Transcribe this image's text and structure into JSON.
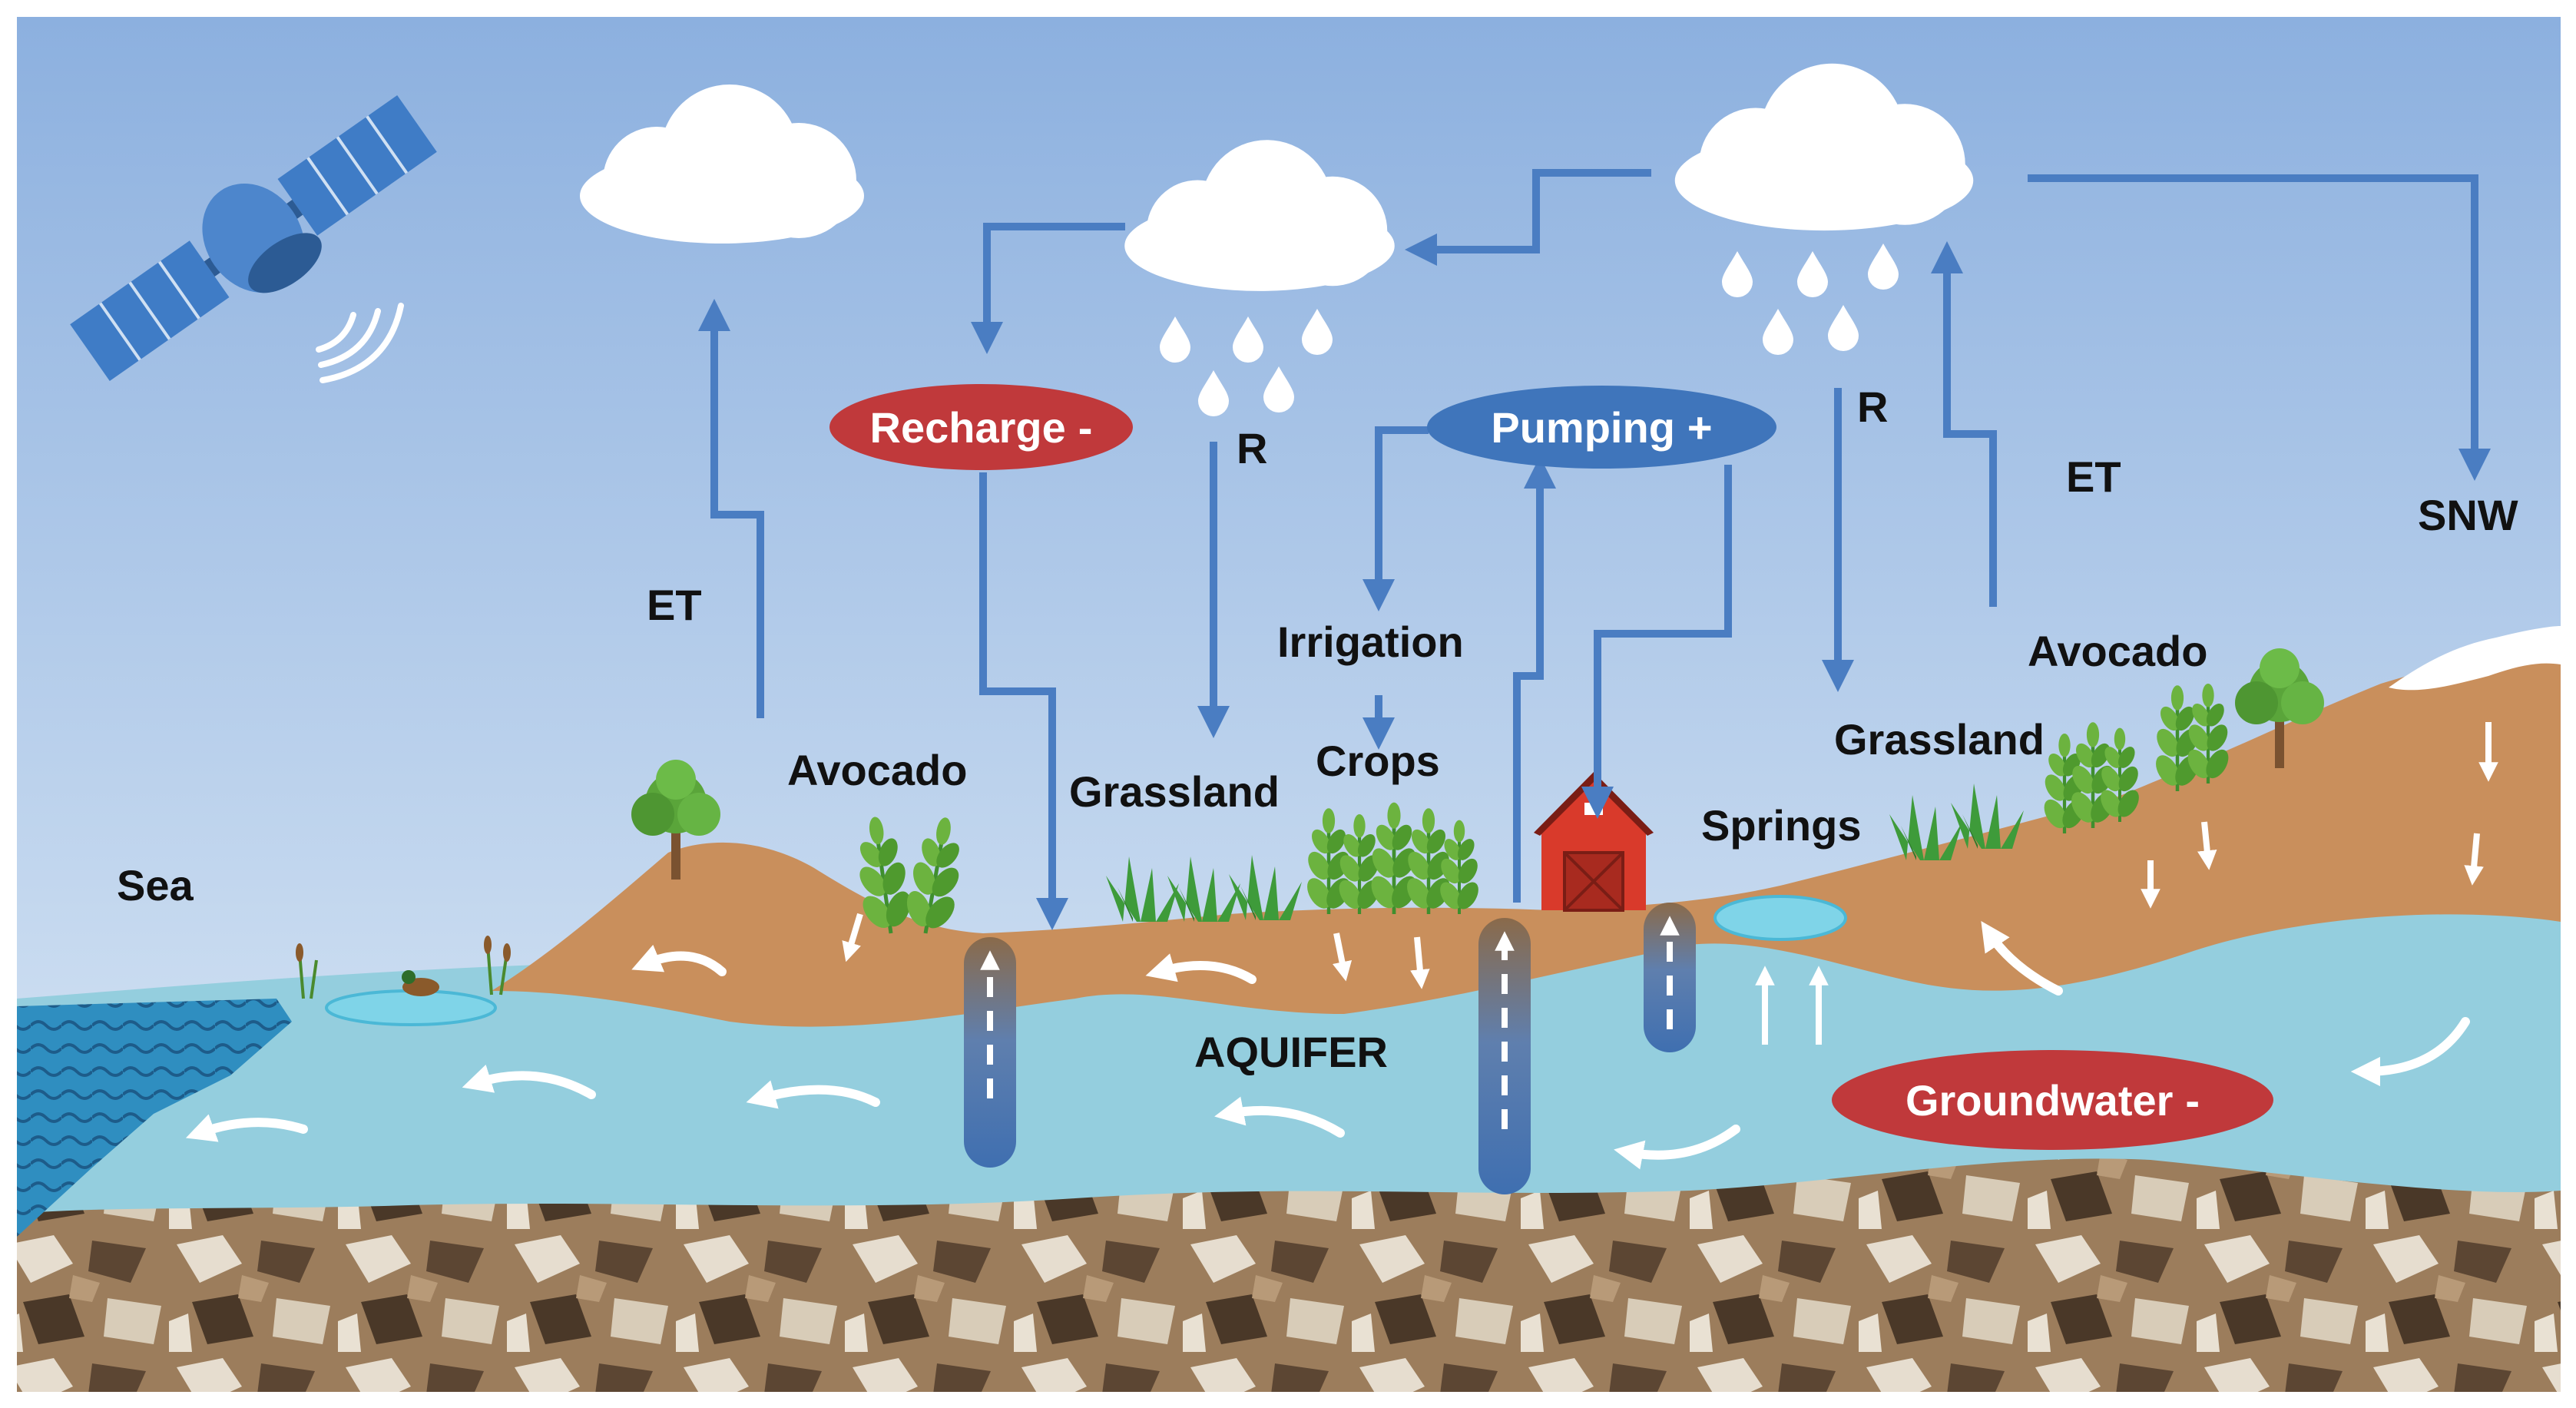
{
  "labels": {
    "sea": "Sea",
    "et_left": "ET",
    "et_right": "ET",
    "avocado_left": "Avocado",
    "avocado_right": "Avocado",
    "grassland_left": "Grassland",
    "grassland_right": "Grassland",
    "r_left": "R",
    "r_right": "R",
    "irrigation": "Irrigation",
    "crops": "Crops",
    "springs": "Springs",
    "snw": "SNW",
    "aquifer": "AQUIFER"
  },
  "pills": {
    "recharge": {
      "label": "Recharge",
      "sign": "-"
    },
    "pumping": {
      "label": "Pumping",
      "sign": "+"
    },
    "groundwater": {
      "label": "Groundwater",
      "sign": "-"
    }
  },
  "colors": {
    "sky_top": "#8eb2e0",
    "sky_bottom": "#dbe9f6",
    "arrow_blue": "#4a7dc2",
    "soil": "#c98f5c",
    "aquifer": "#94cede",
    "sea": "#2e8fbf",
    "recharge_red": "#c0393b",
    "pumping_blue": "#3f75bb",
    "barn_red": "#d93a2b"
  },
  "icons": [
    "satellite-icon",
    "cloud-icon",
    "raindrop-icon",
    "tree-icon",
    "plant-icon",
    "grass-icon",
    "barn-icon",
    "well-icon",
    "duck-icon",
    "reed-icon"
  ]
}
